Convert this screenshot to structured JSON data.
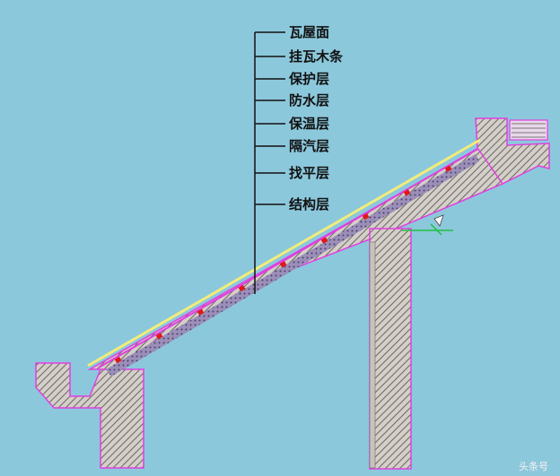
{
  "diagram": {
    "layers": [
      {
        "id": "tile-roof",
        "label": "瓦屋面"
      },
      {
        "id": "tile-batten",
        "label": "挂瓦木条"
      },
      {
        "id": "protective",
        "label": "保护层"
      },
      {
        "id": "waterproof",
        "label": "防水层"
      },
      {
        "id": "insulation",
        "label": "保温层"
      },
      {
        "id": "vapor-barrier",
        "label": "隔汽层"
      },
      {
        "id": "leveling",
        "label": "找平层"
      },
      {
        "id": "structural",
        "label": "结构层"
      }
    ]
  },
  "colors": {
    "background": "#8cc8dc",
    "concrete": "#d4cfc9",
    "hatch": "#6d6864",
    "outline": "#e040e0",
    "tile_line": "#f2ec7a",
    "batten": "#e01818",
    "insulation": "#9b8fb8",
    "leader": "#111111",
    "axis": "#20c040"
  },
  "watermark": "头条号"
}
